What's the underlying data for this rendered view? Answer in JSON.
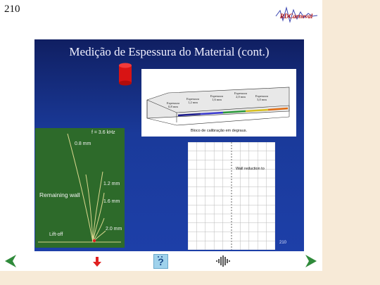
{
  "page": {
    "number": "210",
    "logo_text": "RDCarneval"
  },
  "slide": {
    "title": "Medição de Espessura do Material (cont.)",
    "calibration_block": {
      "caption": "Bloco de calibração em degraus.",
      "steps": [
        {
          "line1": "Espessura",
          "line2": "0,8 mm"
        },
        {
          "line1": "Espessura",
          "line2": "1,2 mm"
        },
        {
          "line1": "Espessura",
          "line2": "1,6 mm"
        },
        {
          "line1": "Espessura",
          "line2": "2,0 mm"
        },
        {
          "line1": "Espessura",
          "line2": "3,0 mm"
        }
      ],
      "colors": [
        "#1c1c8c",
        "#3a3ad0",
        "#2a9a3a",
        "#d8c020",
        "#e06a10"
      ]
    },
    "eddy_display": {
      "frequency": "f = 3.6 kHz",
      "label_08": "0.8 mm",
      "label_12": "1.2 mm",
      "label_16": "1.6 mm",
      "label_20": "2.0 mm",
      "remaining_wall": "Remaining wall",
      "lift_off": "Lift-off"
    },
    "grid_display": {
      "label": "Wall reduction to"
    },
    "slide_number": "210"
  },
  "colors": {
    "background": "#f7ead7",
    "nav_arrow": "#2f8a3a",
    "down_arrow": "#e02020",
    "help_button": "#9fd2ec",
    "cylinder": "#e01818"
  },
  "icons": {
    "prev": "left-arrow-icon",
    "next": "right-arrow-icon",
    "down": "down-arrow-icon",
    "help": "question-mark-icon",
    "audio": "audio-waveform-icon"
  }
}
